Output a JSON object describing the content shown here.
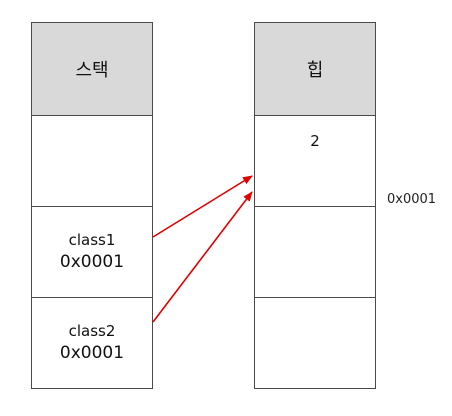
{
  "stack": {
    "title": "스택",
    "rows": [
      {
        "var": "",
        "addr": ""
      },
      {
        "var": "class1",
        "addr": "0x0001"
      },
      {
        "var": "class2",
        "addr": "0x0001"
      }
    ]
  },
  "heap": {
    "title": "힙",
    "rows": [
      {
        "value": "2"
      },
      {
        "value": ""
      },
      {
        "value": ""
      }
    ],
    "address_label": "0x0001"
  },
  "colors": {
    "header_fill": "#d9d9d9",
    "border": "#4a4a4a",
    "arrow": "#e00000"
  }
}
